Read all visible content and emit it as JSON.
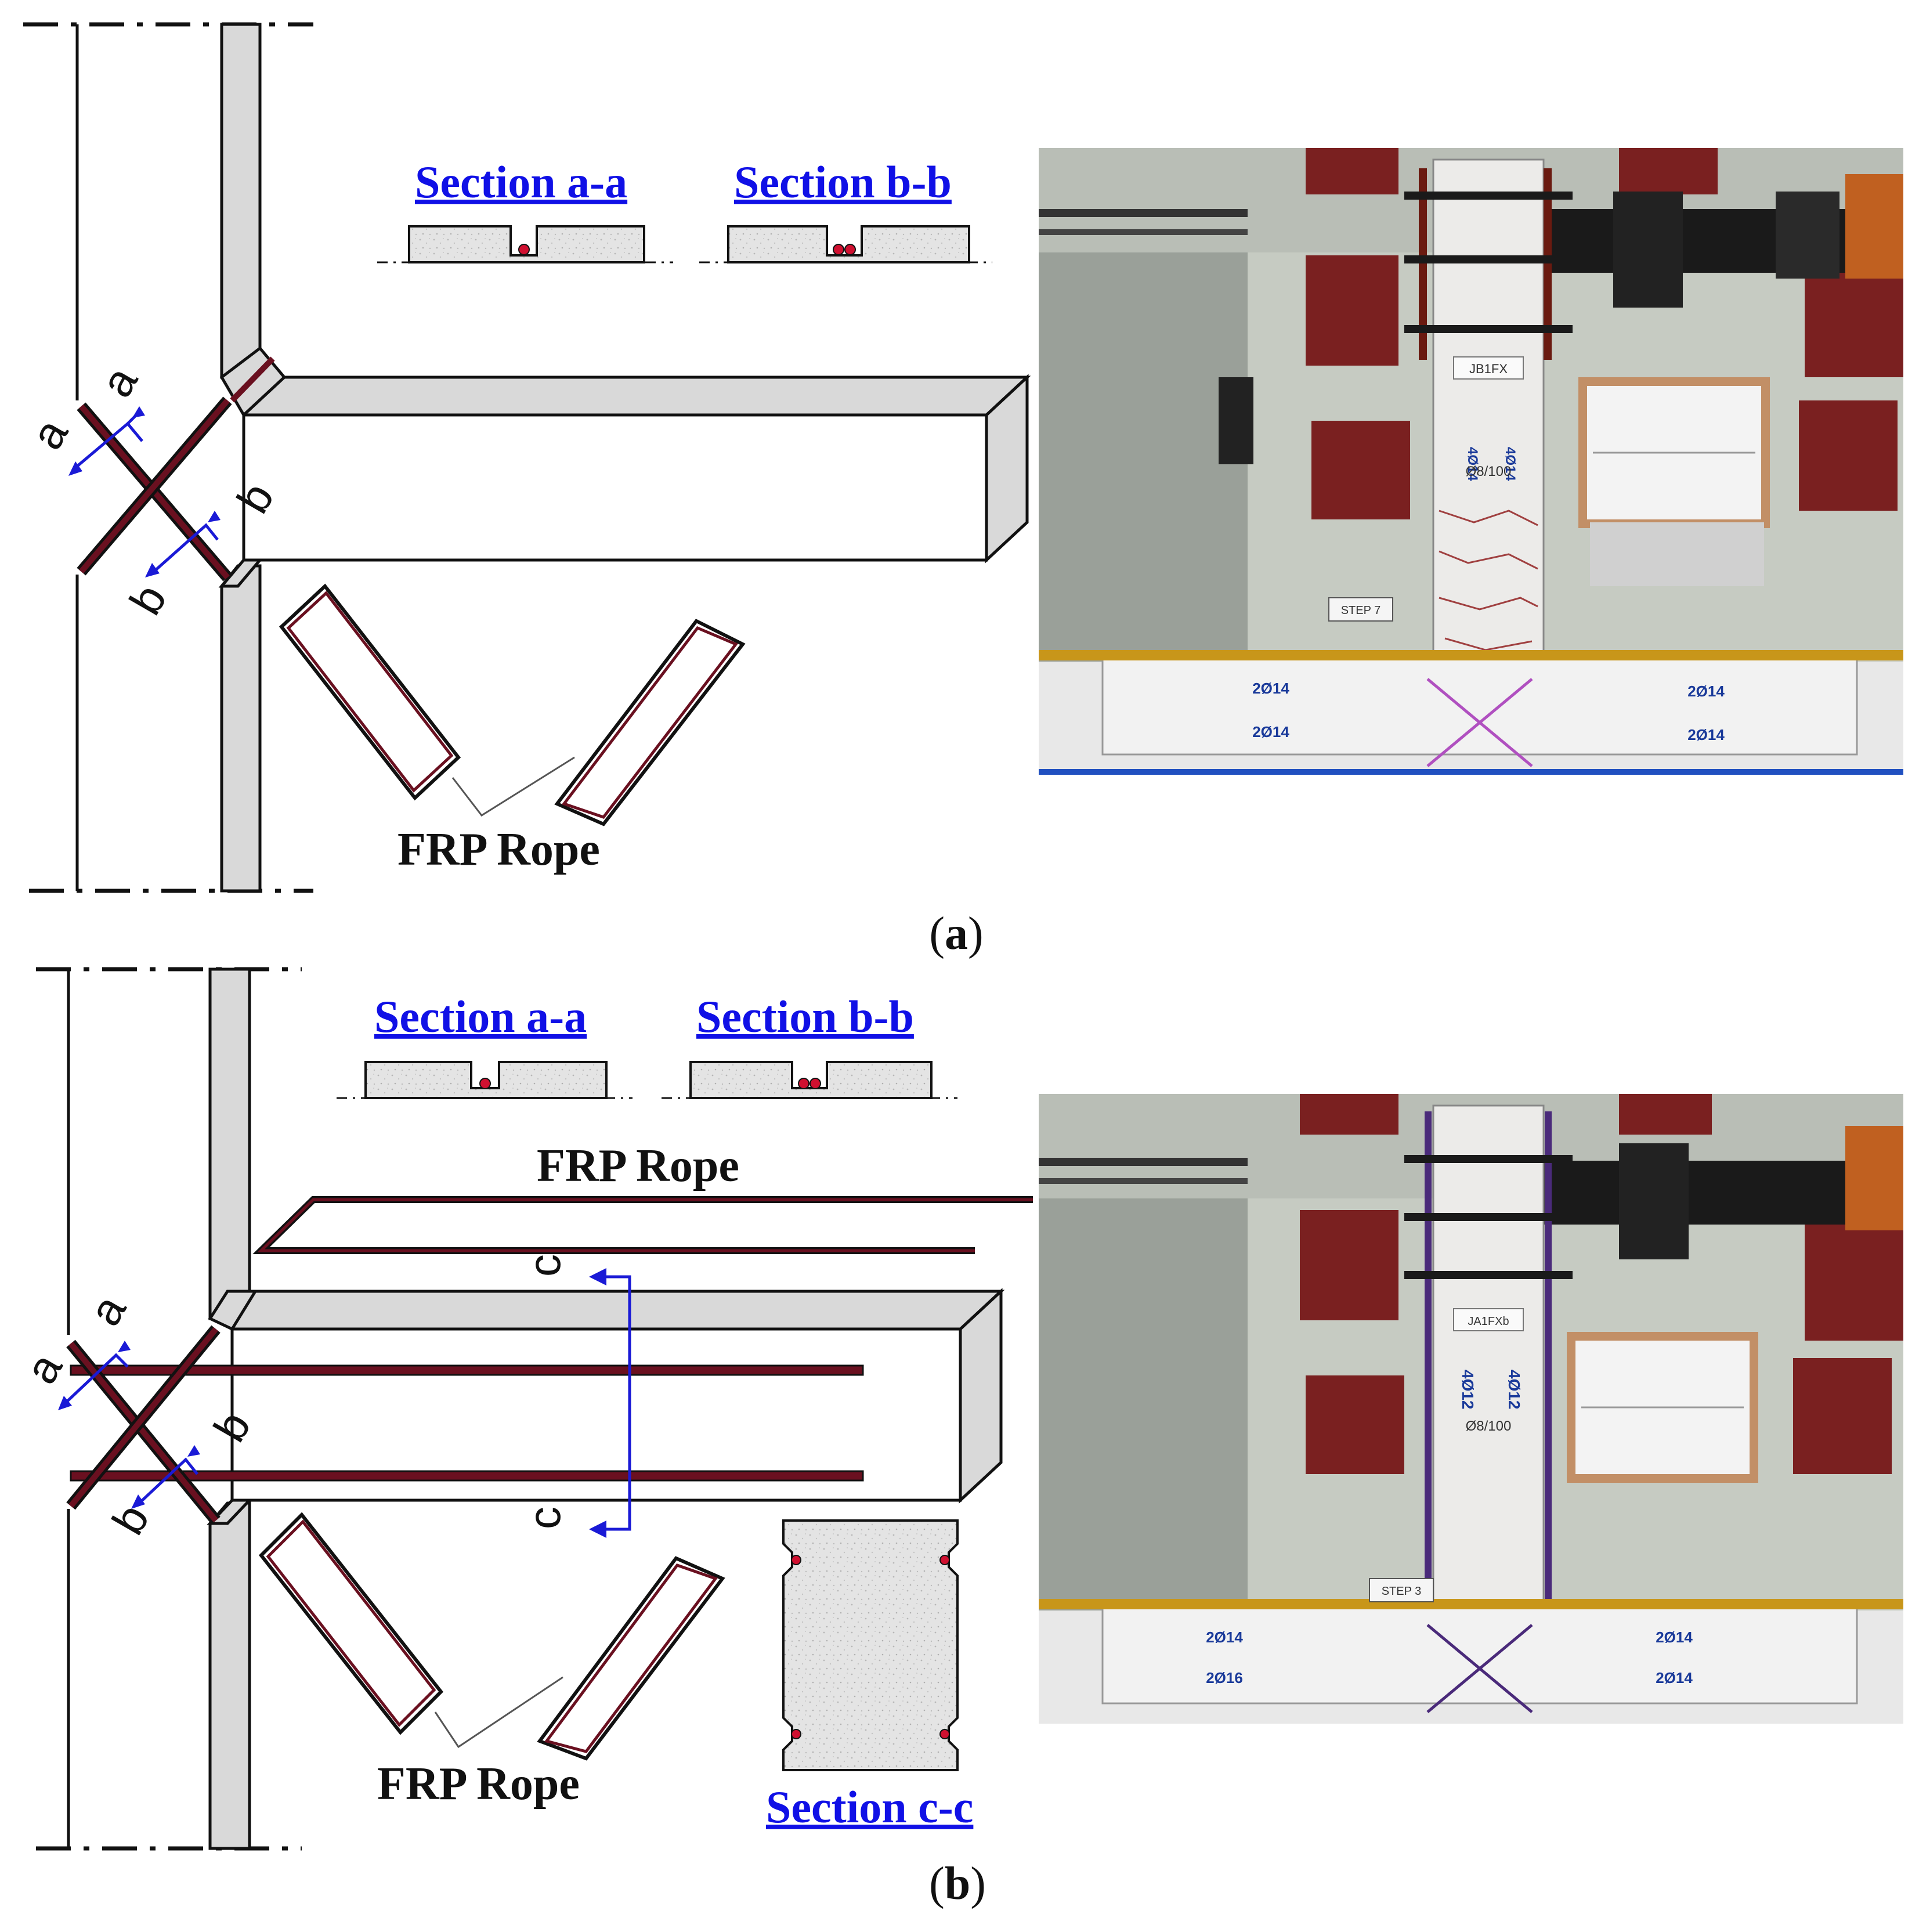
{
  "panel_a": {
    "section_aa": "Section a-a",
    "section_bb": "Section b-b",
    "rope_label": "FRP Rope",
    "cut_a": "a",
    "cut_b": "b",
    "caption_open": "(",
    "caption_letter": "a",
    "caption_close": ")",
    "photo": {
      "specimen_tag": "JB1FX",
      "step_tag": "STEP 7",
      "rebar_top_left": "2Ø14",
      "rebar_bottom_left": "2Ø14",
      "rebar_top_right": "2Ø14",
      "rebar_bottom_right": "2Ø14",
      "column_rebar_1": "4Ø14",
      "column_rebar_2": "4Ø14",
      "stirrups": "Ø8/100"
    }
  },
  "panel_b": {
    "section_aa": "Section a-a",
    "section_bb": "Section b-b",
    "section_cc": "Section c-c",
    "rope_label_top": "FRP Rope",
    "rope_label_bottom": "FRP Rope",
    "cut_a": "a",
    "cut_b": "b",
    "cut_c": "c",
    "caption_open": "(",
    "caption_letter": "b",
    "caption_close": ")",
    "photo": {
      "specimen_tag": "JA1FXb",
      "step_tag": "STEP 3",
      "rebar_top_left": "2Ø14",
      "rebar_bottom_left": "2Ø16",
      "rebar_top_right": "2Ø14",
      "rebar_bottom_right": "2Ø14",
      "column_rebar_1": "4Ø12",
      "column_rebar_2": "4Ø12",
      "stirrups": "Ø8/100"
    }
  },
  "colors": {
    "section_text": "#1010e6",
    "rope": "#5a1020",
    "rope_dot": "#d01030",
    "concrete_fill": "#d9d9d9",
    "photo_floor": "#e6e6e6"
  }
}
